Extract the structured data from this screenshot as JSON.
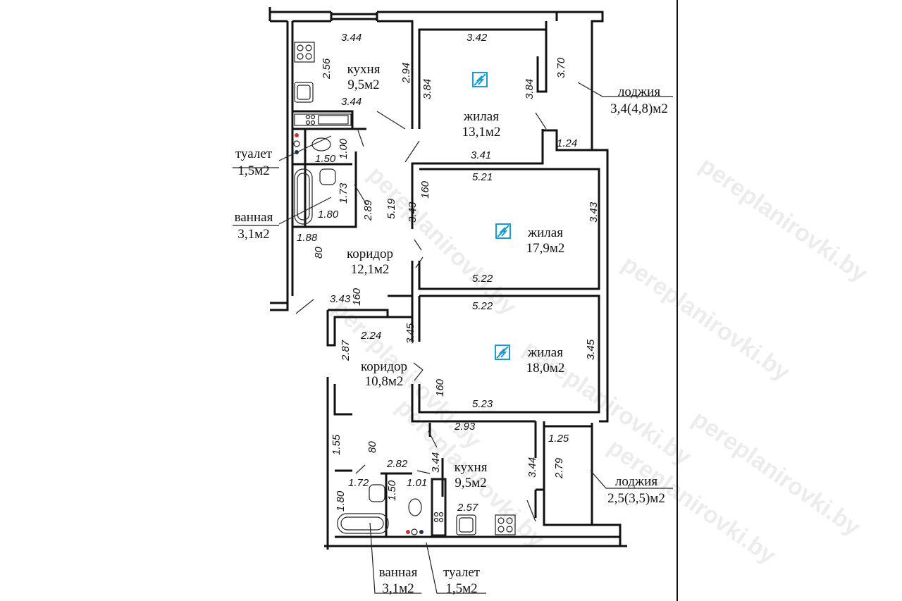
{
  "watermark": "pereplanirovki.by",
  "rooms": {
    "kitchen_top": {
      "name": "кухня",
      "area": "9,5м2"
    },
    "living_13": {
      "name": "жилая",
      "area": "13,1м2"
    },
    "loggia_top": {
      "name": "лоджия",
      "area": "3,4(4,8)м2"
    },
    "toilet_top": {
      "name": "туалет",
      "area": "1,5м2"
    },
    "bath_top": {
      "name": "ванная",
      "area": "3,1м2"
    },
    "living_17": {
      "name": "жилая",
      "area": "17,9м2"
    },
    "corridor_top": {
      "name": "коридор",
      "area": "12,1м2"
    },
    "corridor_bottom": {
      "name": "коридор",
      "area": "10,8м2"
    },
    "living_18": {
      "name": "жилая",
      "area": "18,0м2"
    },
    "kitchen_bottom": {
      "name": "кухня",
      "area": "9,5м2"
    },
    "loggia_bottom": {
      "name": "лоджия",
      "area": "2,5(3,5)м2"
    },
    "bath_bottom": {
      "name": "ванная",
      "area": "3,1м2"
    },
    "toilet_bottom": {
      "name": "туалет",
      "area": "1,5м2"
    }
  },
  "dims": [
    "3.44",
    "2.56",
    "2.94",
    "3.44",
    "3.42",
    "3.84",
    "3.84",
    "3.70",
    "1.24",
    "3.41",
    "1.00",
    "1.50",
    "1.73",
    "2.89",
    "1.80",
    "1.88",
    "80",
    "5.21",
    "160",
    "5.19",
    "3.43",
    "3.43",
    "5.22",
    "3.43",
    "160",
    "5.22",
    "2.24",
    "2.87",
    "3.45",
    "3.45",
    "160",
    "5.23",
    "2.93",
    "1.25",
    "1.55",
    "80",
    "2.82",
    "3.44",
    "3.44",
    "2.79",
    "1.72",
    "1.50",
    "1.01",
    "1.80",
    "2.57"
  ],
  "colors": {
    "panel": "#1a9ad6",
    "walls": "#111111"
  }
}
